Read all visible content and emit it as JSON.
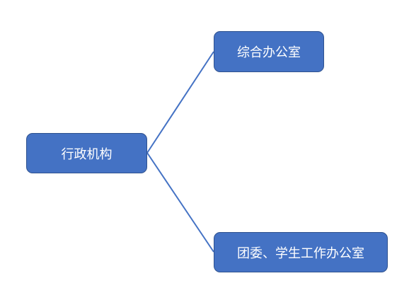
{
  "diagram": {
    "root": {
      "label": "行政机构"
    },
    "children": [
      {
        "label": "综合办公室"
      },
      {
        "label": "团委、学生工作办公室"
      }
    ]
  },
  "colors": {
    "node_fill": "#4472c4",
    "node_border": "#2f528f",
    "connector": "#4472c4",
    "text": "#ffffff"
  }
}
